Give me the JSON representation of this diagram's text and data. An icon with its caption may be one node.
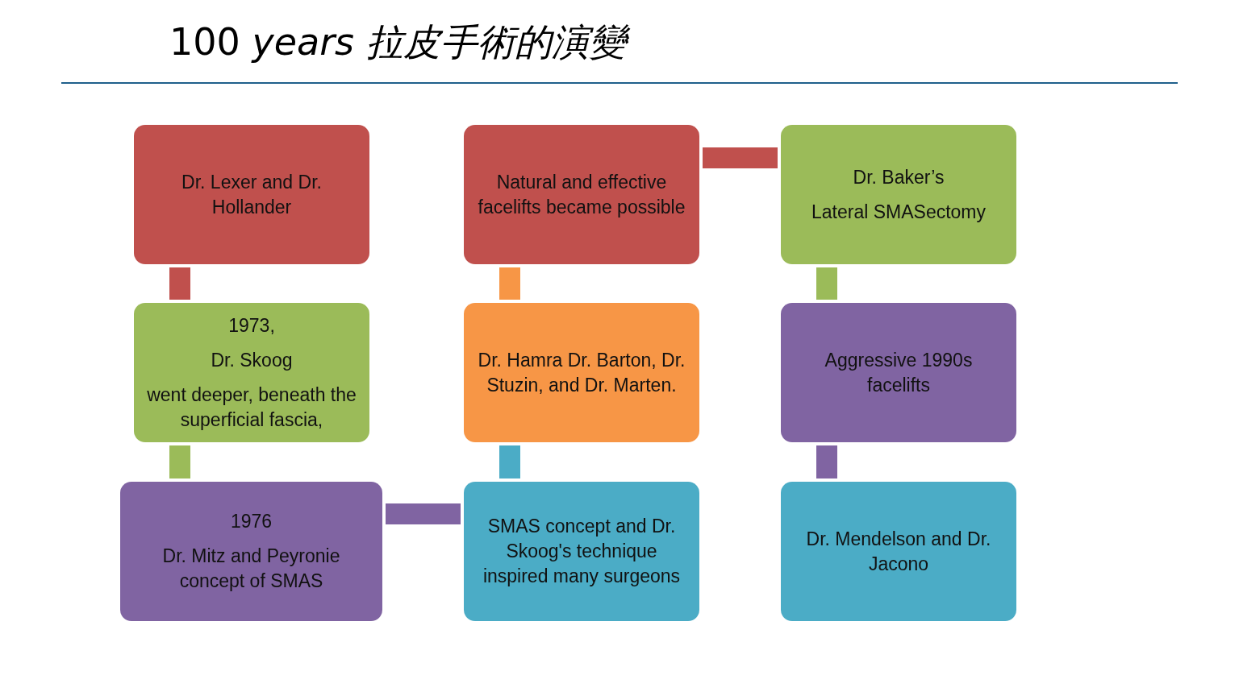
{
  "diagram": {
    "title": "100 *years 拉皮手術的演變*",
    "nodes": [
      {
        "text": [
          "Dr. Lexer and Dr. Hollander"
        ]
      },
      {
        "text": [
          "1973,",
          "Dr. Skoog",
          "went deeper, beneath the superficial fascia,"
        ]
      },
      {
        "text": [
          "1976",
          "Dr. Mitz and Peyronie concept of SMAS"
        ]
      },
      {
        "text": [
          "SMAS concept and Dr. Skoog's technique inspired many surgeons"
        ]
      },
      {
        "text": [
          "Dr. Hamra Dr. Barton, Dr. Stuzin, and Dr. Marten."
        ]
      },
      {
        "text": [
          "Natural and effective facelifts became possible"
        ]
      },
      {
        "text": [
          "Dr. Baker’s",
          "Lateral SMASectomy"
        ]
      },
      {
        "text": [
          "Aggressive 1990s facelifts"
        ]
      },
      {
        "text": [
          "Dr. Mendelson and Dr. Jacono"
        ]
      }
    ],
    "edges": [
      {
        "from": 0,
        "to": 1,
        "arrow": "none",
        "color": "#c0504d"
      },
      {
        "from": 1,
        "to": 2,
        "arrow": "none",
        "color": "#9bbb59"
      },
      {
        "from": 2,
        "to": 3,
        "arrow": "none",
        "color": "#8064a2"
      },
      {
        "from": 3,
        "to": 4,
        "arrow": "none",
        "color": "#4bacc6"
      },
      {
        "from": 4,
        "to": 5,
        "arrow": "none",
        "color": "#f79646"
      },
      {
        "from": 5,
        "to": 6,
        "arrow": "none",
        "color": "#c0504d"
      },
      {
        "from": 6,
        "to": 7,
        "arrow": "none",
        "color": "#9bbb59"
      },
      {
        "from": 7,
        "to": 8,
        "arrow": "none",
        "color": "#8064a2"
      }
    ]
  }
}
